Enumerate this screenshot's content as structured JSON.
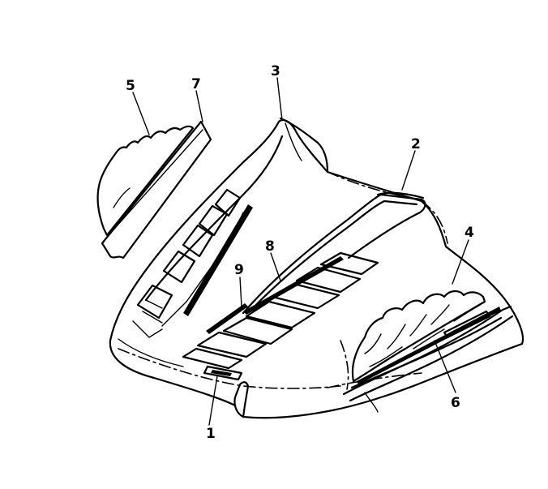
{
  "diagram": {
    "callouts": [
      {
        "id": "callout-1",
        "label": "1"
      },
      {
        "id": "callout-2",
        "label": "2"
      },
      {
        "id": "callout-3",
        "label": "3"
      },
      {
        "id": "callout-4",
        "label": "4"
      },
      {
        "id": "callout-5",
        "label": "5"
      },
      {
        "id": "callout-6",
        "label": "6"
      },
      {
        "id": "callout-7",
        "label": "7"
      },
      {
        "id": "callout-8",
        "label": "8"
      },
      {
        "id": "callout-9",
        "label": "9"
      }
    ],
    "colors": {
      "ink": "#000000",
      "background": "#ffffff"
    }
  }
}
